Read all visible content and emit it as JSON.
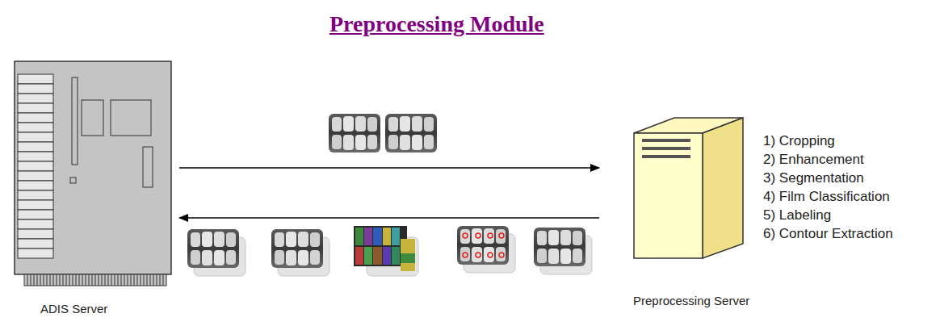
{
  "diagram": {
    "title": "Preprocessing Module",
    "nodes": [
      {
        "text": [
          "ADIS Server"
        ]
      },
      {
        "text": [
          "Preprocessing Server"
        ]
      }
    ],
    "edges": [
      {
        "from": 0,
        "to": 1,
        "arrow": "to"
      },
      {
        "from": 1,
        "to": 0,
        "arrow": "to"
      }
    ],
    "labels": [
      "1) Cropping",
      "2) Enhancement",
      "3) Segmentation",
      "4) Film Classification",
      "5) Labeling",
      "6) Contour Extraction"
    ]
  }
}
